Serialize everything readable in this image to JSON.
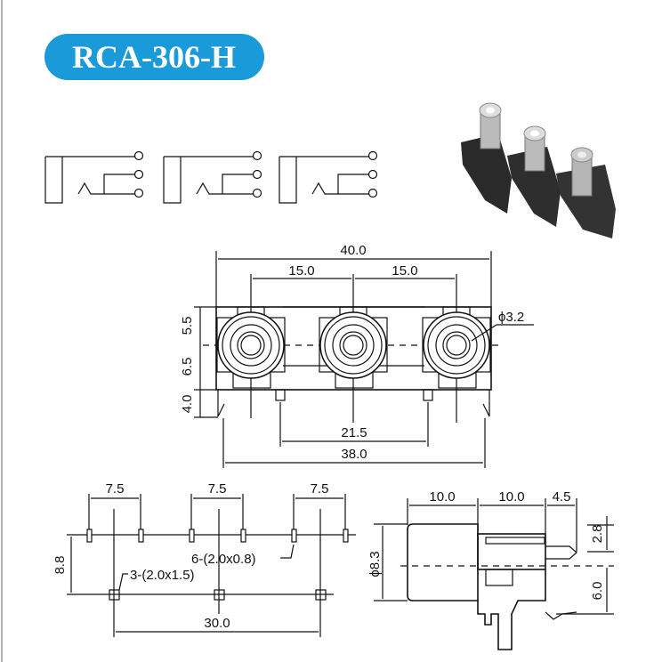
{
  "title": "RCA-306-H",
  "colors": {
    "title_bg": "#1a9ad9",
    "line": "#111111"
  },
  "front_view": {
    "overall_width": "40.0",
    "pitch_left": "15.0",
    "pitch_right": "15.0",
    "hole_diameter": "ϕ3.2",
    "height_top": "5.5",
    "height_mid": "6.5",
    "height_leg": "4.0",
    "pin_span": "21.5",
    "leg_span": "38.0"
  },
  "footprint": {
    "pair_spacing_1": "7.5",
    "pair_spacing_2": "7.5",
    "pair_spacing_3": "7.5",
    "row_spacing": "8.8",
    "small_pads": "6-(2.0x0.8)",
    "large_pads": "3-(2.0x1.5)",
    "outer_span": "30.0"
  },
  "side_view": {
    "barrel_length": "10.0",
    "body_length": "10.0",
    "pin_length": "4.5",
    "pin_offset": "2.8",
    "barrel_diameter": "ϕ8.3",
    "center_height": "6.0"
  }
}
